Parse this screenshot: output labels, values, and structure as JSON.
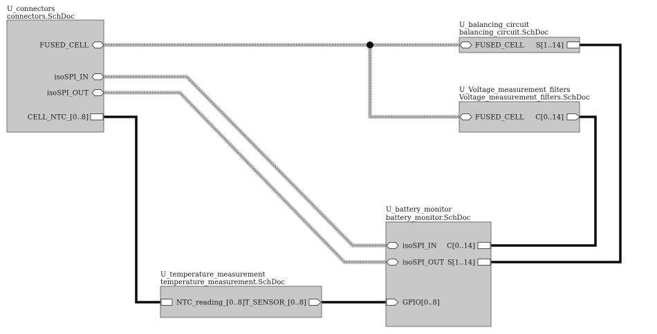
{
  "sheets": {
    "connectors": {
      "designator": "U_connectors",
      "filename": "connectors.SchDoc",
      "ports": {
        "fused_cell": "FUSED_CELL",
        "isospi_in": "isoSPI_IN",
        "isospi_out": "isoSPI_OUT",
        "cell_ntc": "CELL_NTC_[0..8]"
      }
    },
    "balancing": {
      "designator": "U_balancing_circuit",
      "filename": "balancing_circuit.SchDoc",
      "ports": {
        "fused_cell": "FUSED_CELL",
        "s": "S[1..14]"
      }
    },
    "voltage": {
      "designator": "U_Voltage_measurement_filters",
      "filename": "Voltage_measurement_filters.SchDoc",
      "ports": {
        "fused_cell": "FUSED_CELL",
        "c": "C[0..14]"
      }
    },
    "battery": {
      "designator": "U_battery_monitor",
      "filename": "battery_monitor.SchDoc",
      "ports": {
        "isospi_in": "isoSPI_IN",
        "isospi_out": "isoSPI_OUT",
        "c": "C[0..14]",
        "s": "S[1..14]",
        "gpio": "GPIO[0..8]"
      }
    },
    "temperature": {
      "designator": "U_temperature_measurement",
      "filename": "temperature_measurement.SchDoc",
      "ports": {
        "ntc_reading": "NTC_reading_[0..8]",
        "t_sensor": "T_SENSOR_[0..8]"
      }
    }
  },
  "colors": {
    "sheet_fill": "#c8c8c8",
    "sheet_border": "#6e6e6e",
    "wire": "#0a0a0a",
    "harness": "#8a8a8a"
  }
}
